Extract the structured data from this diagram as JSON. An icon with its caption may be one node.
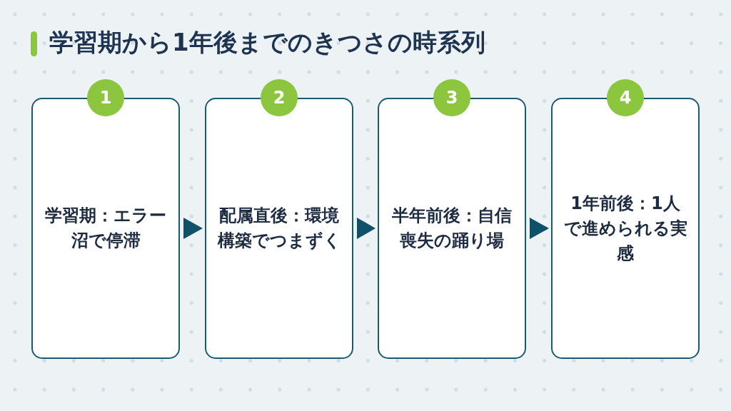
{
  "diagram": {
    "title": "学習期から1年後までのきつさの時系列",
    "nodes": [
      {
        "text": [
          "1",
          "学習期：エラー沼で停滞"
        ]
      },
      {
        "text": [
          "2",
          "配属直後：環境構築でつまずく"
        ]
      },
      {
        "text": [
          "3",
          "半年前後：自信喪失の踊り場"
        ]
      },
      {
        "text": [
          "4",
          "1年前後：1人で進められる実感"
        ]
      }
    ],
    "edges": [
      {
        "from": 0,
        "to": 1,
        "arrow": "to"
      },
      {
        "from": 1,
        "to": 2,
        "arrow": "to"
      },
      {
        "from": 2,
        "to": 3,
        "arrow": "to"
      }
    ]
  }
}
